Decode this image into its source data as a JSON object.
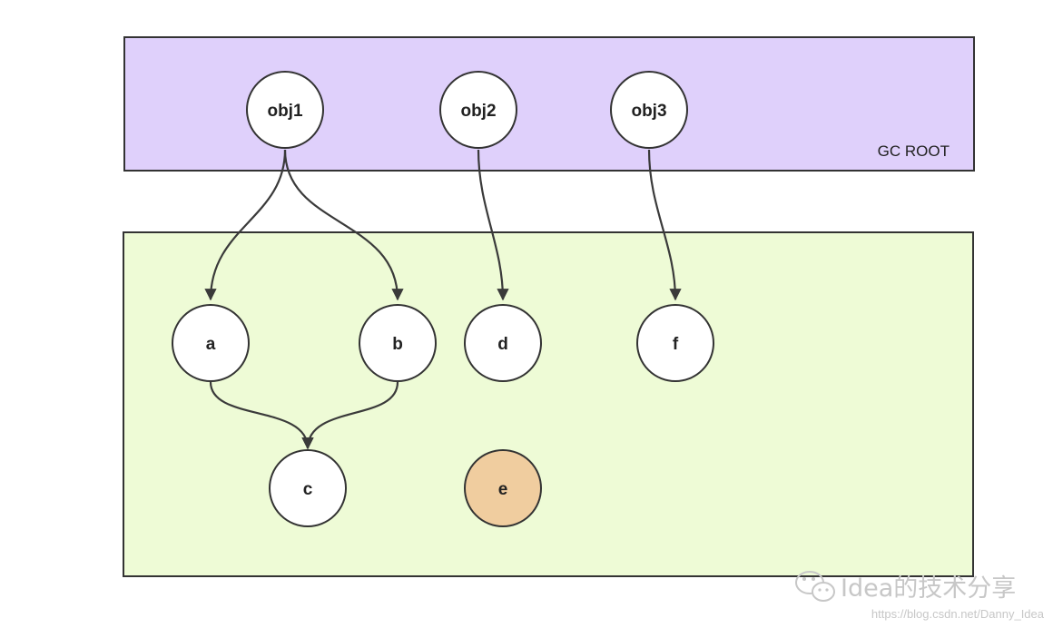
{
  "regions": {
    "gc_root": {
      "label": "GC ROOT",
      "fill": "#dfd0fb"
    },
    "heap": {
      "fill": "#eefbd6"
    }
  },
  "nodes": {
    "obj1": {
      "label": "obj1",
      "fill": "#ffffff"
    },
    "obj2": {
      "label": "obj2",
      "fill": "#ffffff"
    },
    "obj3": {
      "label": "obj3",
      "fill": "#ffffff"
    },
    "a": {
      "label": "a",
      "fill": "#ffffff"
    },
    "b": {
      "label": "b",
      "fill": "#ffffff"
    },
    "c": {
      "label": "c",
      "fill": "#ffffff"
    },
    "d": {
      "label": "d",
      "fill": "#ffffff"
    },
    "e": {
      "label": "e",
      "fill": "#f0cd9f"
    },
    "f": {
      "label": "f",
      "fill": "#ffffff"
    }
  },
  "edges": [
    {
      "from": "obj1",
      "to": "a"
    },
    {
      "from": "obj1",
      "to": "b"
    },
    {
      "from": "obj2",
      "to": "d"
    },
    {
      "from": "obj3",
      "to": "f"
    },
    {
      "from": "a",
      "to": "c"
    },
    {
      "from": "b",
      "to": "c"
    }
  ],
  "watermark": {
    "text": "Idea的技术分享",
    "url": "https://blog.csdn.net/Danny_Idea"
  },
  "colors": {
    "stroke": "#333333",
    "edge": "#3a3a3a"
  }
}
